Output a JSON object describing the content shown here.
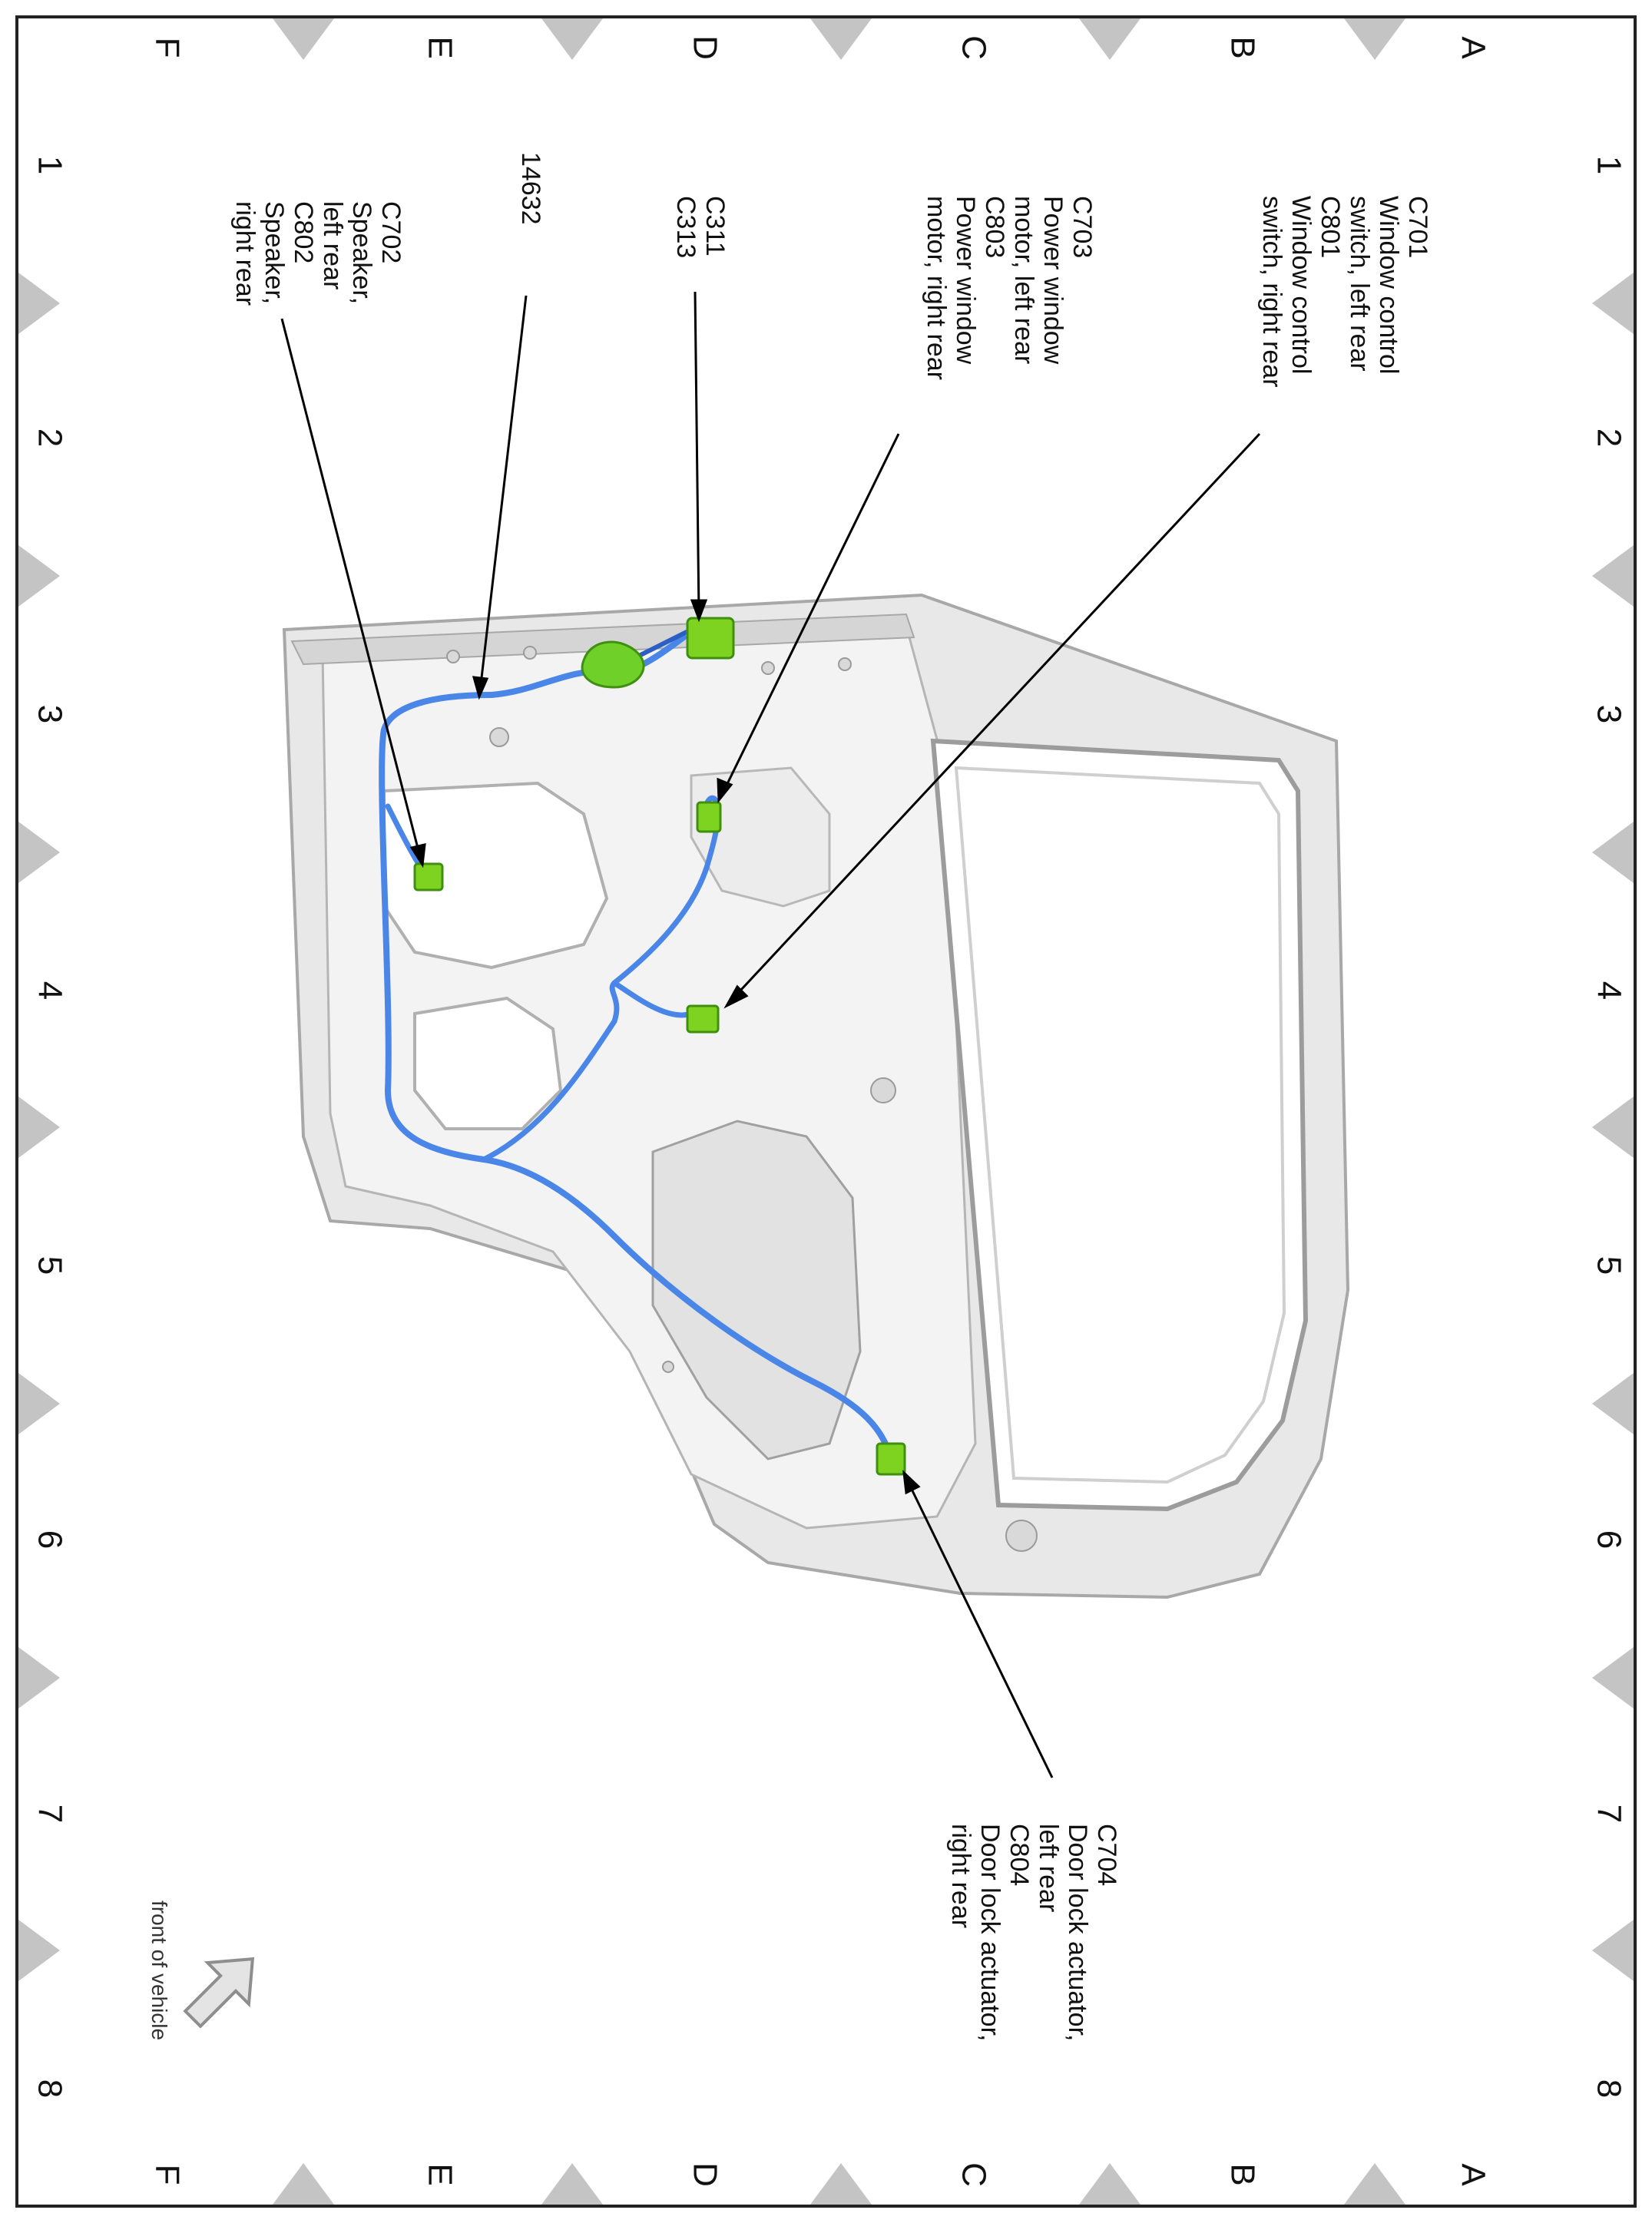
{
  "colors": {
    "harness": "#4a86e8",
    "harness_dark": "#2b5fc4",
    "connector": "#7ed321",
    "connector_dark": "#3f8f10",
    "panel_light": "#f1f1f1",
    "panel_shadow": "#c9c9c9",
    "edge_marker": "#c4c4c4"
  },
  "grid": {
    "top_letters": [
      "A",
      "B",
      "C",
      "D",
      "E",
      "F"
    ],
    "side_numbers": [
      "1",
      "2",
      "3",
      "4",
      "5",
      "6",
      "7",
      "8"
    ]
  },
  "callouts": {
    "c701": [
      "C701",
      "Window control",
      "switch, left rear",
      "C801",
      "Window control",
      "switch, right rear"
    ],
    "c703": [
      "C703",
      "Power window",
      "motor, left rear",
      "C803",
      "Power window",
      "motor, right rear"
    ],
    "c311": [
      "C311",
      "C313"
    ],
    "harness_id": [
      "14632"
    ],
    "c702": [
      "C702",
      "Speaker,",
      "left rear",
      "C802",
      "Speaker,",
      "right rear"
    ],
    "c704": [
      "C704",
      "Door lock actuator,",
      "left rear",
      "C804",
      "Door lock actuator,",
      "right rear"
    ]
  },
  "orientation": {
    "label": "front of vehicle",
    "icon": "arrow-icon"
  }
}
